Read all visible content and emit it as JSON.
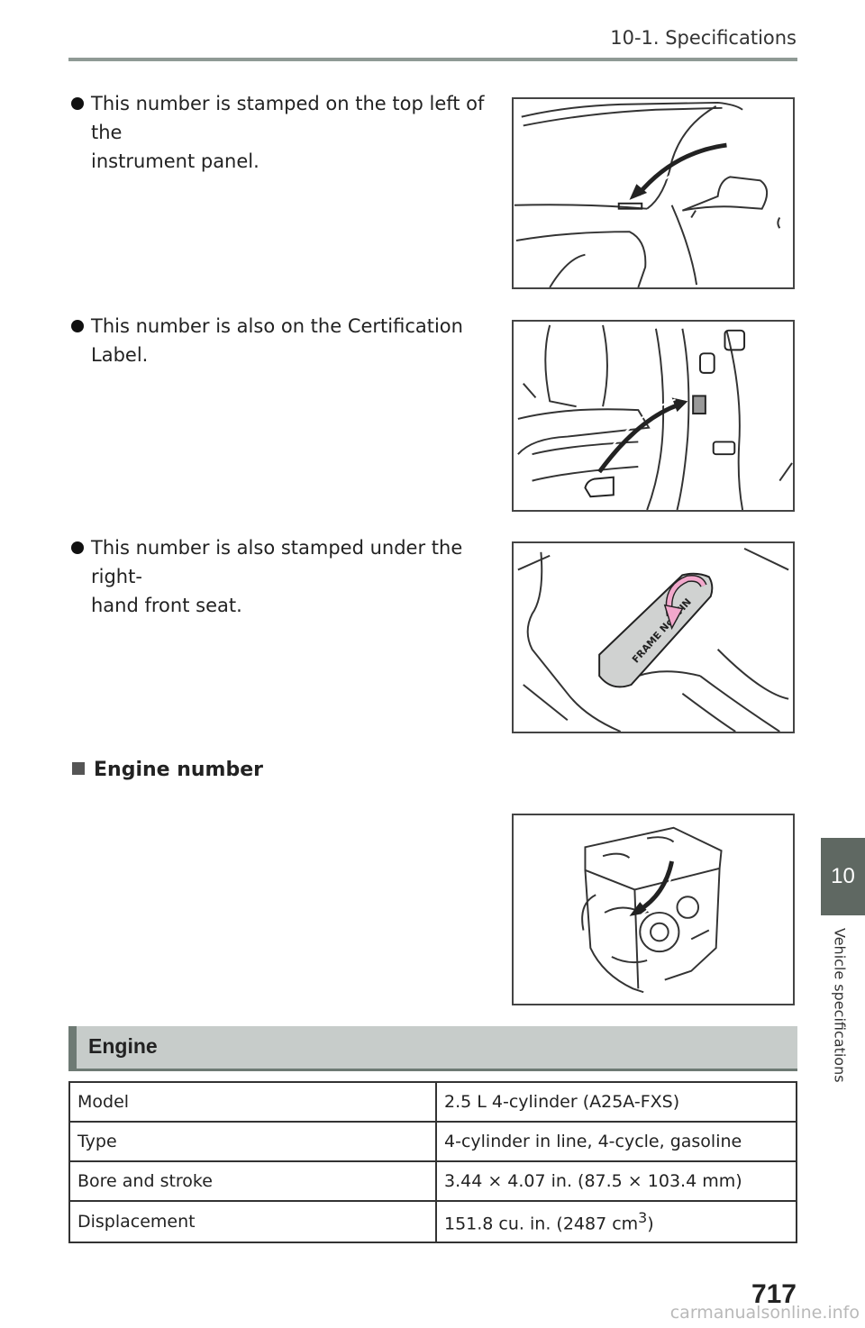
{
  "header": {
    "section_title": "10-1. Specifications"
  },
  "side_tab": {
    "chapter_number": "10",
    "chapter_label": "Vehicle specifications"
  },
  "bullets": [
    {
      "text_line1": "This number is stamped on the top left of the",
      "text_line2": "instrument panel."
    },
    {
      "text_line1": "This number is also on the Certification Label.",
      "text_line2": ""
    },
    {
      "text_line1": "This number is also stamped under the right-",
      "text_line2": "hand front seat."
    }
  ],
  "figures": {
    "seat_plate_label": "FRAME No./VIN"
  },
  "subheading": {
    "title": "Engine number"
  },
  "engine_section": {
    "title": "Engine",
    "rows": [
      {
        "label": "Model",
        "value": "2.5 L 4-cylinder (A25A-FXS)"
      },
      {
        "label": "Type",
        "value": "4-cylinder in line, 4-cycle, gasoline"
      },
      {
        "label": "Bore and stroke",
        "value": "3.44 × 4.07 in. (87.5 × 103.4 mm)"
      },
      {
        "label": "Displacement",
        "value": "151.8 cu. in. (2487 cm",
        "value_sup": "3",
        "value_tail": ")"
      }
    ]
  },
  "footer": {
    "page_number": "717",
    "watermark": "carmanualsonline.info"
  },
  "colors": {
    "header_rule": "#8f9a95",
    "side_tab": "#5f6862",
    "section_bar": "#c7ccca",
    "section_accent": "#6e7a74",
    "arrow_pink": "#f2a8cc"
  }
}
